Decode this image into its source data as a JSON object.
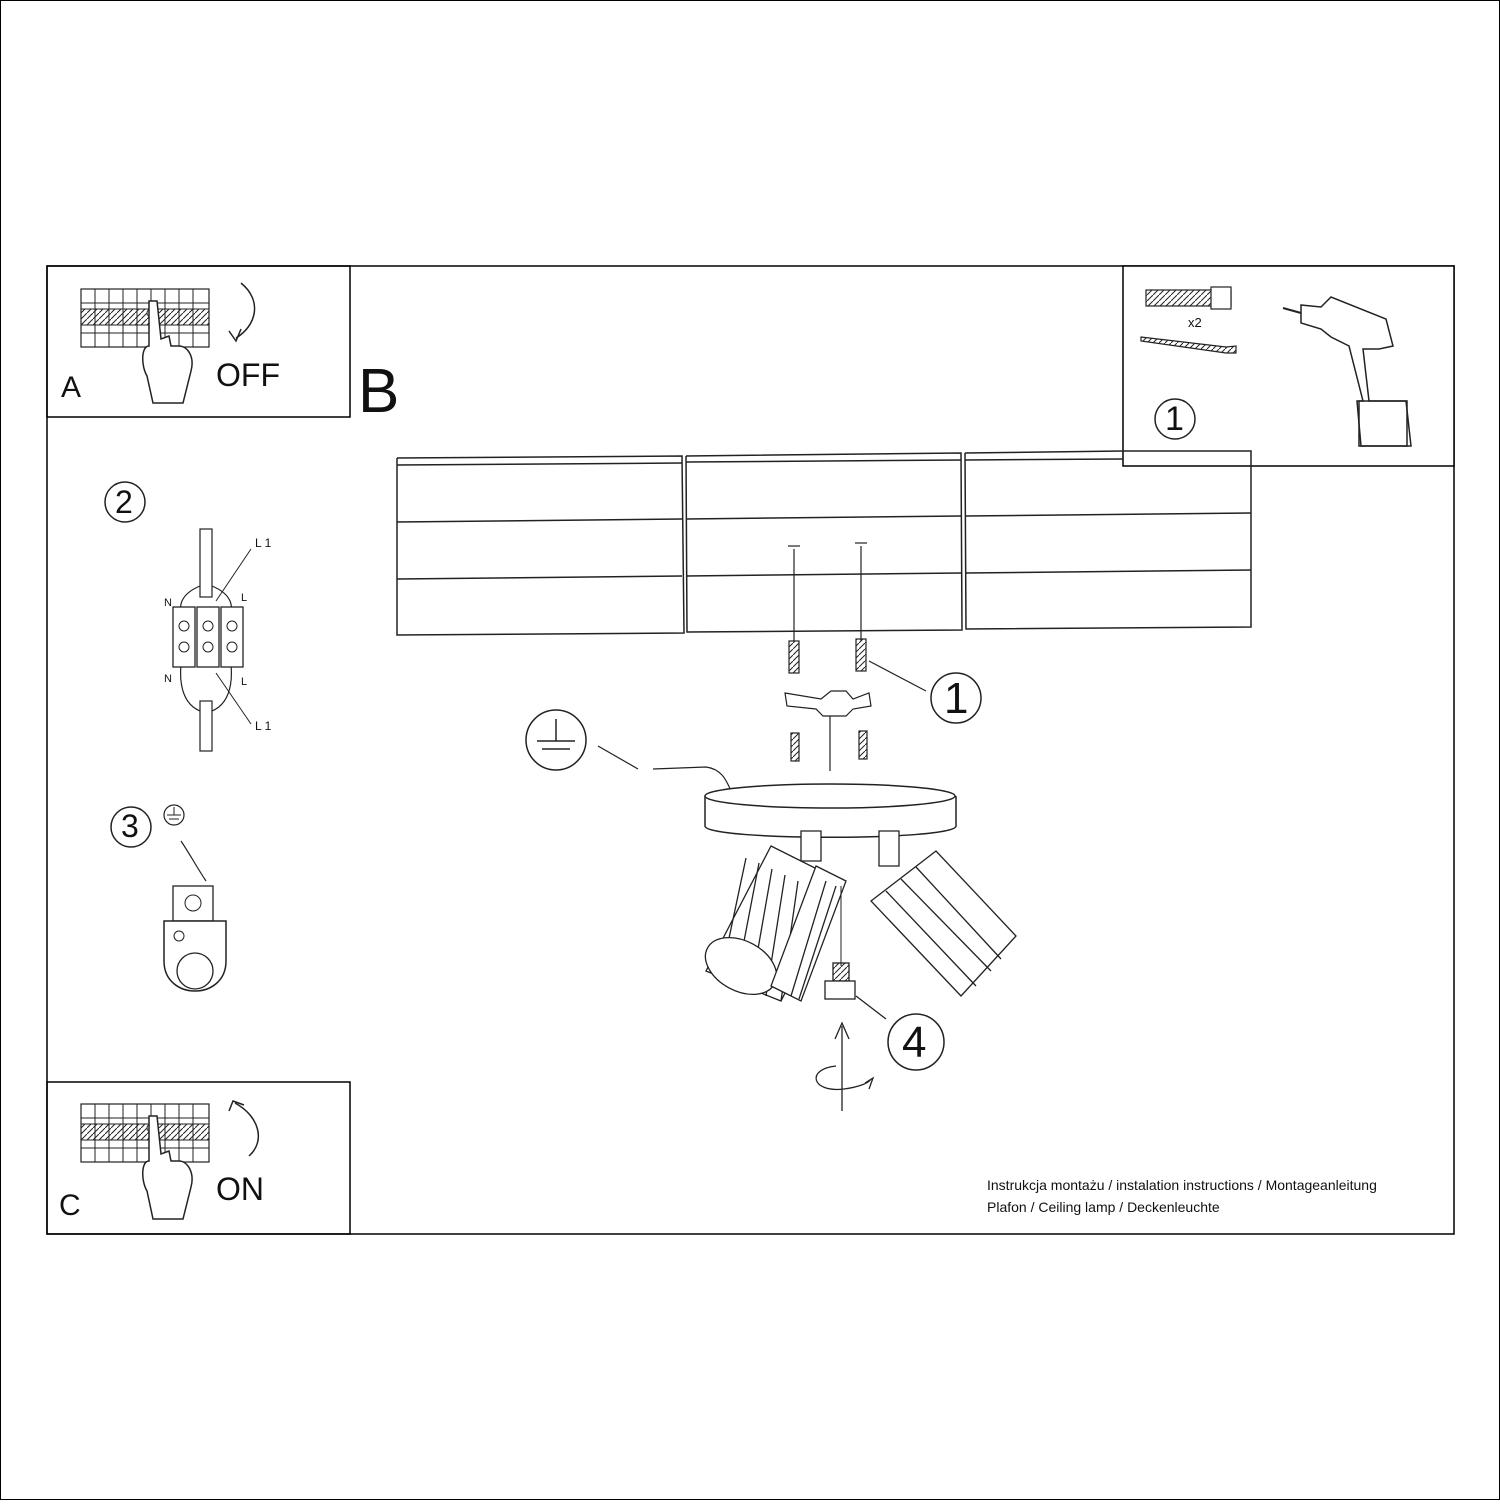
{
  "panel_a": {
    "letter": "A",
    "state": "OFF"
  },
  "panel_b": {
    "letter": "B"
  },
  "panel_c": {
    "letter": "C",
    "state": "ON"
  },
  "tools": {
    "step": "1",
    "quantity": "x2"
  },
  "wiring": {
    "step": "2",
    "l1_top": "L 1",
    "l1_bottom": "L 1",
    "n_top": "N",
    "n_bottom": "N",
    "l_top": "L",
    "l_bottom": "L"
  },
  "ground": {
    "step": "3"
  },
  "main": {
    "step_mount": "1",
    "step_screw": "4"
  },
  "footer": {
    "line1": "Instrukcja montażu / instalation instructions / Montageanleitung",
    "line2": "Plafon / Ceiling lamp / Deckenleuchte"
  },
  "icons": [
    "breaker-panel-icon",
    "hand-icon",
    "curved-arrow-icon",
    "wall-plug-icon",
    "screw-icon",
    "drill-icon",
    "terminal-block-icon",
    "ground-symbol-icon",
    "ground-clip-icon",
    "mounting-bracket-icon",
    "ceiling-canopy-icon",
    "spotlight-icon",
    "rotate-arrow-icon"
  ]
}
